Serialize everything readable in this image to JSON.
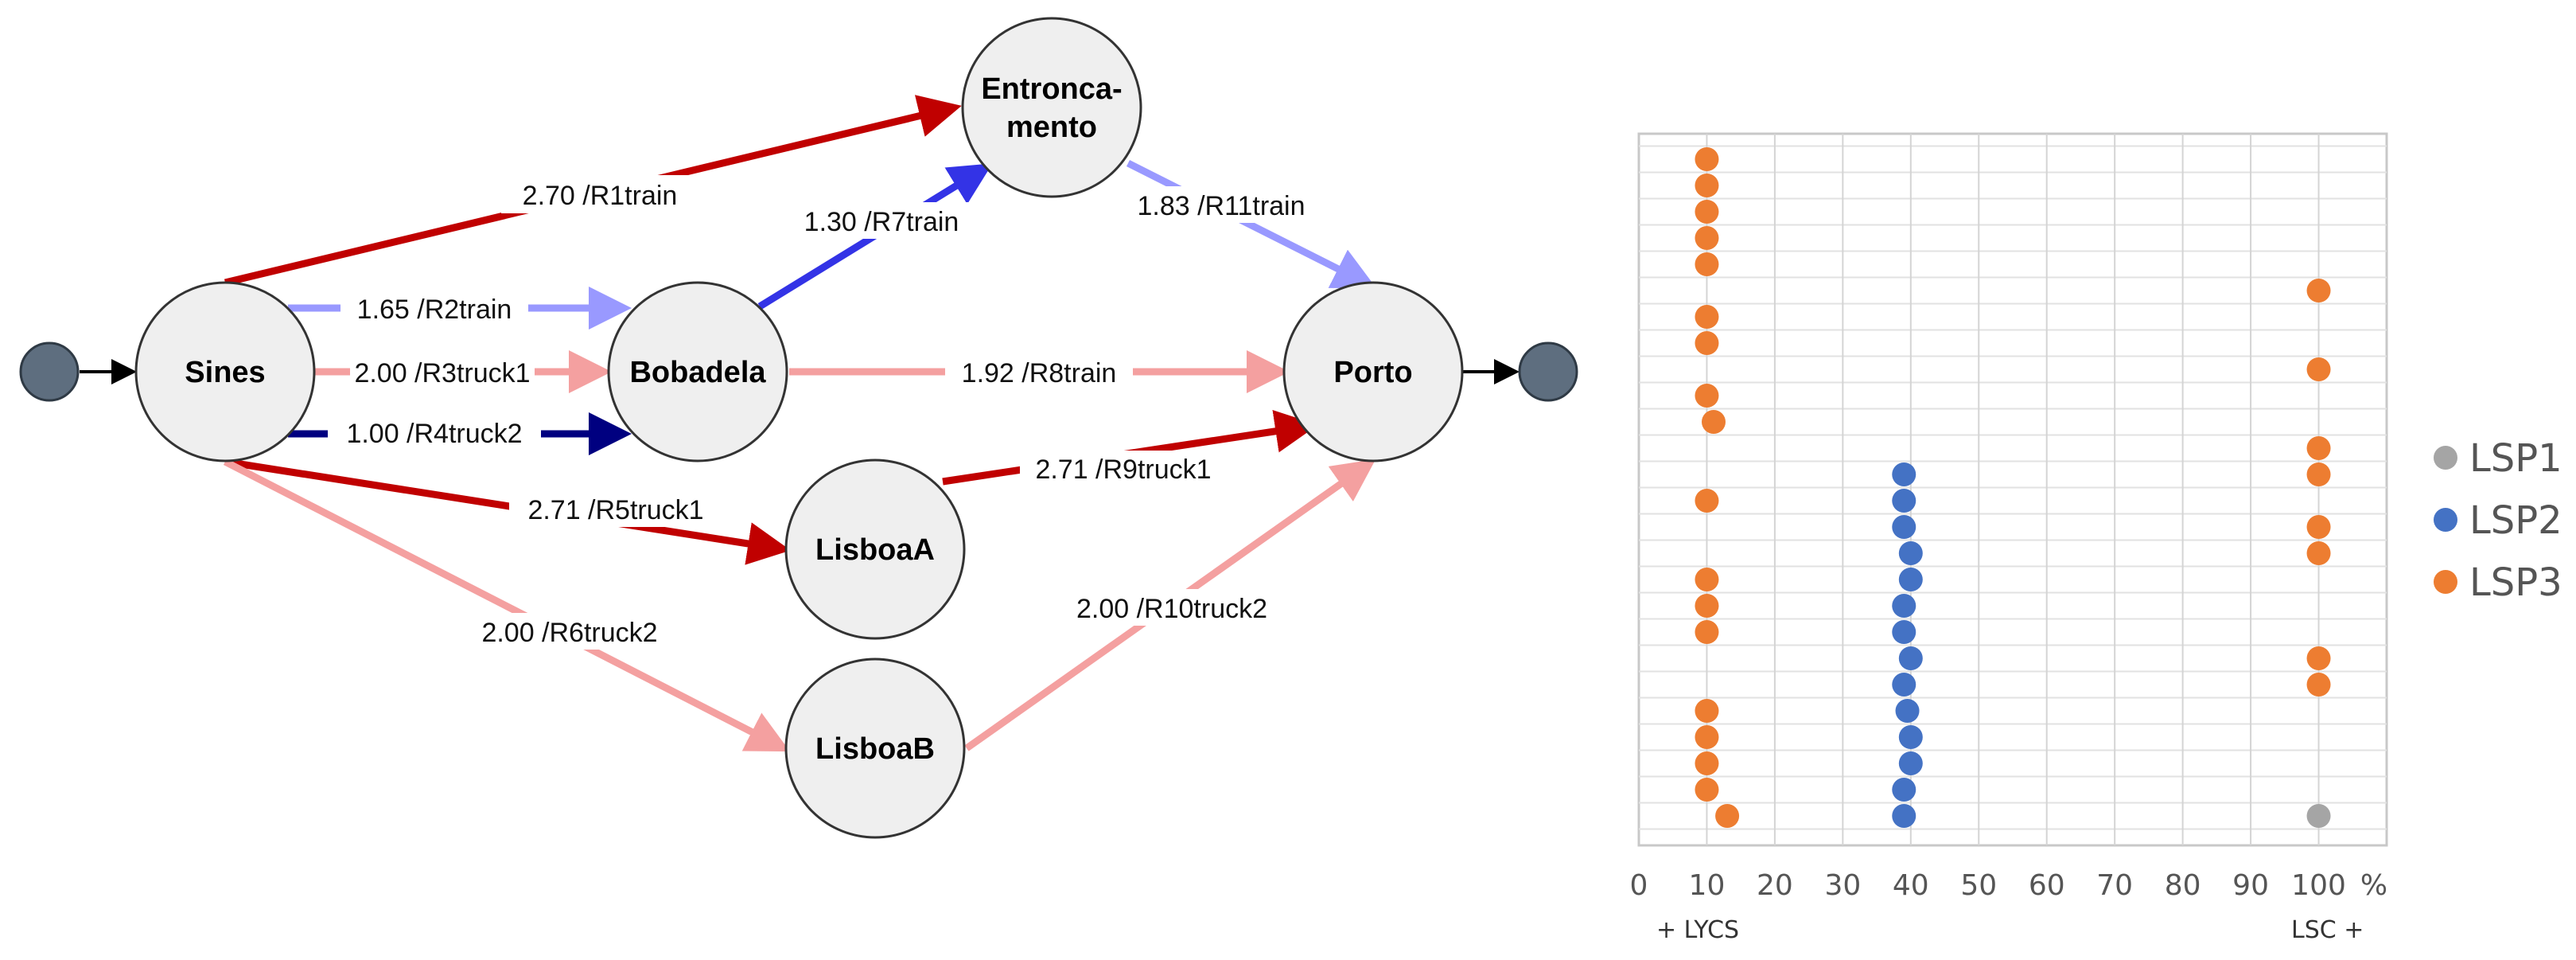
{
  "nodes": [
    {
      "id": "start",
      "label": ""
    },
    {
      "id": "sines",
      "label": "Sines"
    },
    {
      "id": "bobadela",
      "label": "Bobadela"
    },
    {
      "id": "entroncamento",
      "label_line1": "Entronca-",
      "label_line2": "mento"
    },
    {
      "id": "lisboaA",
      "label": "LisboaA"
    },
    {
      "id": "lisboaB",
      "label": "LisboaB"
    },
    {
      "id": "porto",
      "label": "Porto"
    },
    {
      "id": "end",
      "label": ""
    }
  ],
  "edges": [
    {
      "id": "r1",
      "label": "2.70 /R1train",
      "color": "#c00000"
    },
    {
      "id": "r2",
      "label": "1.65 /R2train",
      "color": "#9999ff"
    },
    {
      "id": "r3",
      "label": "2.00 /R3truck1",
      "color": "#f4a0a0"
    },
    {
      "id": "r4",
      "label": "1.00 /R4truck2",
      "color": "#000080"
    },
    {
      "id": "r5",
      "label": "2.71 /R5truck1",
      "color": "#c00000"
    },
    {
      "id": "r6",
      "label": "2.00 /R6truck2",
      "color": "#f4a0a0"
    },
    {
      "id": "r7",
      "label": "1.30 /R7train",
      "color": "#3333e6"
    },
    {
      "id": "r8",
      "label": "1.92 /R8train",
      "color": "#f4a0a0"
    },
    {
      "id": "r9",
      "label": "2.71 /R9truck1",
      "color": "#c00000"
    },
    {
      "id": "r10",
      "label": "2.00 /R10truck2",
      "color": "#f4a0a0"
    },
    {
      "id": "r11",
      "label": "1.83 /R11train",
      "color": "#9999ff"
    }
  ],
  "chart_data": {
    "type": "scatter",
    "x_ticks": [
      "0",
      "10",
      "20",
      "30",
      "40",
      "50",
      "60",
      "70",
      "80",
      "90",
      "100"
    ],
    "x_unit": "%",
    "xlim": [
      0,
      110
    ],
    "x_left_note": "+ LYCS",
    "x_right_note": "LSC +",
    "grid": true,
    "legend_position": "right",
    "series": [
      {
        "name": "LSP1",
        "color": "#a5a5a5",
        "points": [
          [
            100,
            26
          ]
        ]
      },
      {
        "name": "LSP2",
        "color": "#4472c4",
        "points": [
          [
            39,
            13
          ],
          [
            39,
            14
          ],
          [
            39,
            15
          ],
          [
            40,
            16
          ],
          [
            40,
            17
          ],
          [
            39,
            18
          ],
          [
            39,
            19
          ],
          [
            40,
            20
          ],
          [
            39,
            21
          ],
          [
            39.5,
            22
          ],
          [
            40,
            23
          ],
          [
            40,
            24
          ],
          [
            39,
            25
          ],
          [
            39,
            26
          ]
        ]
      },
      {
        "name": "LSP3",
        "color": "#ed7d31",
        "points": [
          [
            10,
            1
          ],
          [
            10,
            2
          ],
          [
            10,
            3
          ],
          [
            10,
            4
          ],
          [
            10,
            5
          ],
          [
            100,
            6
          ],
          [
            10,
            7
          ],
          [
            10,
            8
          ],
          [
            100,
            9
          ],
          [
            10,
            10
          ],
          [
            11,
            11
          ],
          [
            100,
            12
          ],
          [
            100,
            13
          ],
          [
            10,
            14
          ],
          [
            100,
            15
          ],
          [
            100,
            16
          ],
          [
            10,
            17
          ],
          [
            10,
            18
          ],
          [
            10,
            19
          ],
          [
            100,
            20
          ],
          [
            100,
            21
          ],
          [
            10,
            22
          ],
          [
            10,
            23
          ],
          [
            10,
            24
          ],
          [
            10,
            25
          ],
          [
            13,
            26
          ]
        ]
      }
    ]
  }
}
